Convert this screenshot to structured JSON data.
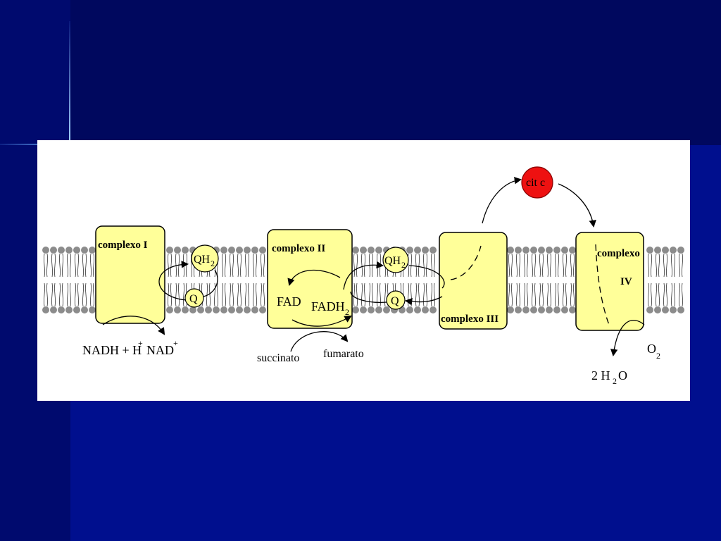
{
  "diagram": {
    "complexes": [
      {
        "id": "c1",
        "label": "complexo I"
      },
      {
        "id": "c2",
        "label": "complexo II"
      },
      {
        "id": "c3",
        "label": "complexo III"
      },
      {
        "id": "c4",
        "label_line1": "complexo",
        "label_line2": "IV"
      }
    ],
    "carriers": {
      "qh2_a": "QH",
      "q_a": "Q",
      "qh2_b": "QH",
      "q_b": "Q",
      "citc": "cit c",
      "sub2": "2"
    },
    "complex2": {
      "fad": "FAD",
      "fadh2": "FADH",
      "succinato": "succinato",
      "fumarato": "fumarato"
    },
    "complex1": {
      "nadh": "NADH + H",
      "plus": "+",
      "nad": "NAD"
    },
    "complex4": {
      "water_prefix": "2  H",
      "water_suffix": "O",
      "o2": "O"
    },
    "colors": {
      "complex_fill": "#ffff99",
      "citc_fill": "#ee1111",
      "lipid_head": "#8c8c8c",
      "background": "#000f8e"
    }
  }
}
